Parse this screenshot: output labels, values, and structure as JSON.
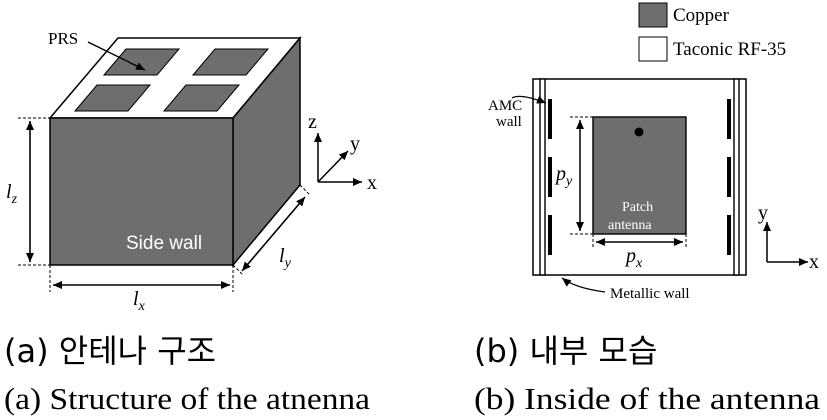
{
  "legend": {
    "copper_label": "Copper",
    "substrate_label": "Taconic RF-35",
    "copper_color": "#6e6e6e",
    "substrate_color": "#ffffff"
  },
  "left_panel": {
    "prs_label": "PRS",
    "side_wall_label": "Side wall",
    "lz_label": "l",
    "lz_sub": "z",
    "ly_label": "l",
    "ly_sub": "y",
    "lx_label": "l",
    "lx_sub": "x",
    "axes": {
      "z": "z",
      "y": "y",
      "x": "x"
    },
    "caption_ko": "(a) 안테나 구조",
    "caption_en": "(a) Structure of the atnenna"
  },
  "right_panel": {
    "amc_label_1": "AMC",
    "amc_label_2": "wall",
    "py_label": "p",
    "py_sub": "y",
    "px_label": "p",
    "px_sub": "x",
    "patch_label_1": "Patch",
    "patch_label_2": "antenna",
    "metallic_wall_label": "Metallic wall",
    "axes": {
      "y": "y",
      "x": "x"
    },
    "caption_ko": "(b) 내부 모습",
    "caption_en": "(b) Inside of the antenna"
  }
}
